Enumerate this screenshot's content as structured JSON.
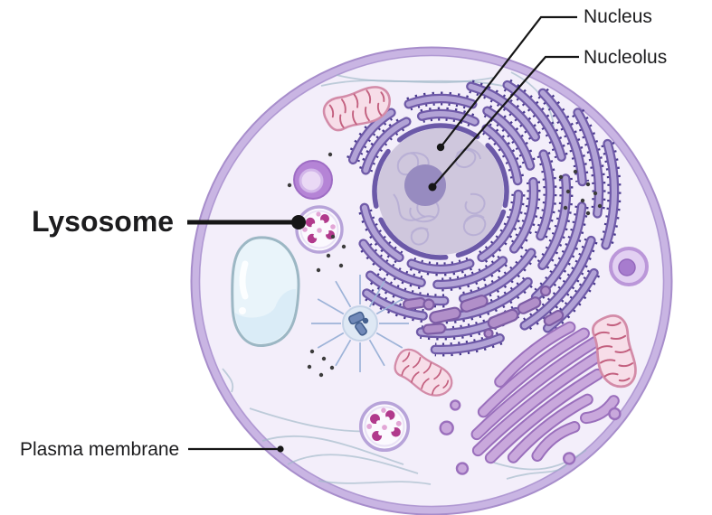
{
  "figure": {
    "type": "labeled-cell-diagram",
    "labels": {
      "nucleus": "Nucleus",
      "nucleolus": "Nucleolus",
      "lysosome": "Lysosome",
      "plasma_membrane": "Plasma membrane"
    },
    "organelles_depicted": [
      "plasma-membrane",
      "cytoplasm",
      "nucleus",
      "nucleolus",
      "nuclear-envelope",
      "chromatin",
      "rough-endoplasmic-reticulum",
      "smooth-er-vesicles",
      "golgi-apparatus",
      "mitochondrion",
      "mitochondrion",
      "mitochondrion",
      "lysosome",
      "lysosome",
      "peroxisome",
      "peroxisome",
      "vacuole",
      "centrosome-with-centrioles",
      "free-ribosomes",
      "cytoskeleton-filaments"
    ],
    "palette": {
      "cytoplasm": "#f3eefa",
      "membrane_band": "#c9b5e3",
      "membrane_edge": "#a78dcb",
      "nucleus_fill": "#cdc5dc",
      "nuclear_envelope": "#6b59a8",
      "nucleolus": "#978bc0",
      "er_fill": "#b2a3d6",
      "er_outline": "#6f5aa8",
      "ribosome_stud": "#4a3a8e",
      "golgi_fill": "#c9a8dc",
      "golgi_outline": "#9a6fbc",
      "mitochondrion_fill": "#f7dde8",
      "mitochondrion_border": "#d38ba8",
      "cristae": "#c3607f",
      "lysosome_ring": "#b7a3d9",
      "lysosome_enzyme": "#b13a8c",
      "peroxisome": "#b584d6",
      "vacuole_fill": "#e9f4fa",
      "vacuole_border": "#9cb7c4",
      "centrosome": "#9db3d8",
      "free_ribosome_dot": "#3c3c3c",
      "label_text": "#1c1c1e",
      "leader_line": "#161616"
    }
  }
}
